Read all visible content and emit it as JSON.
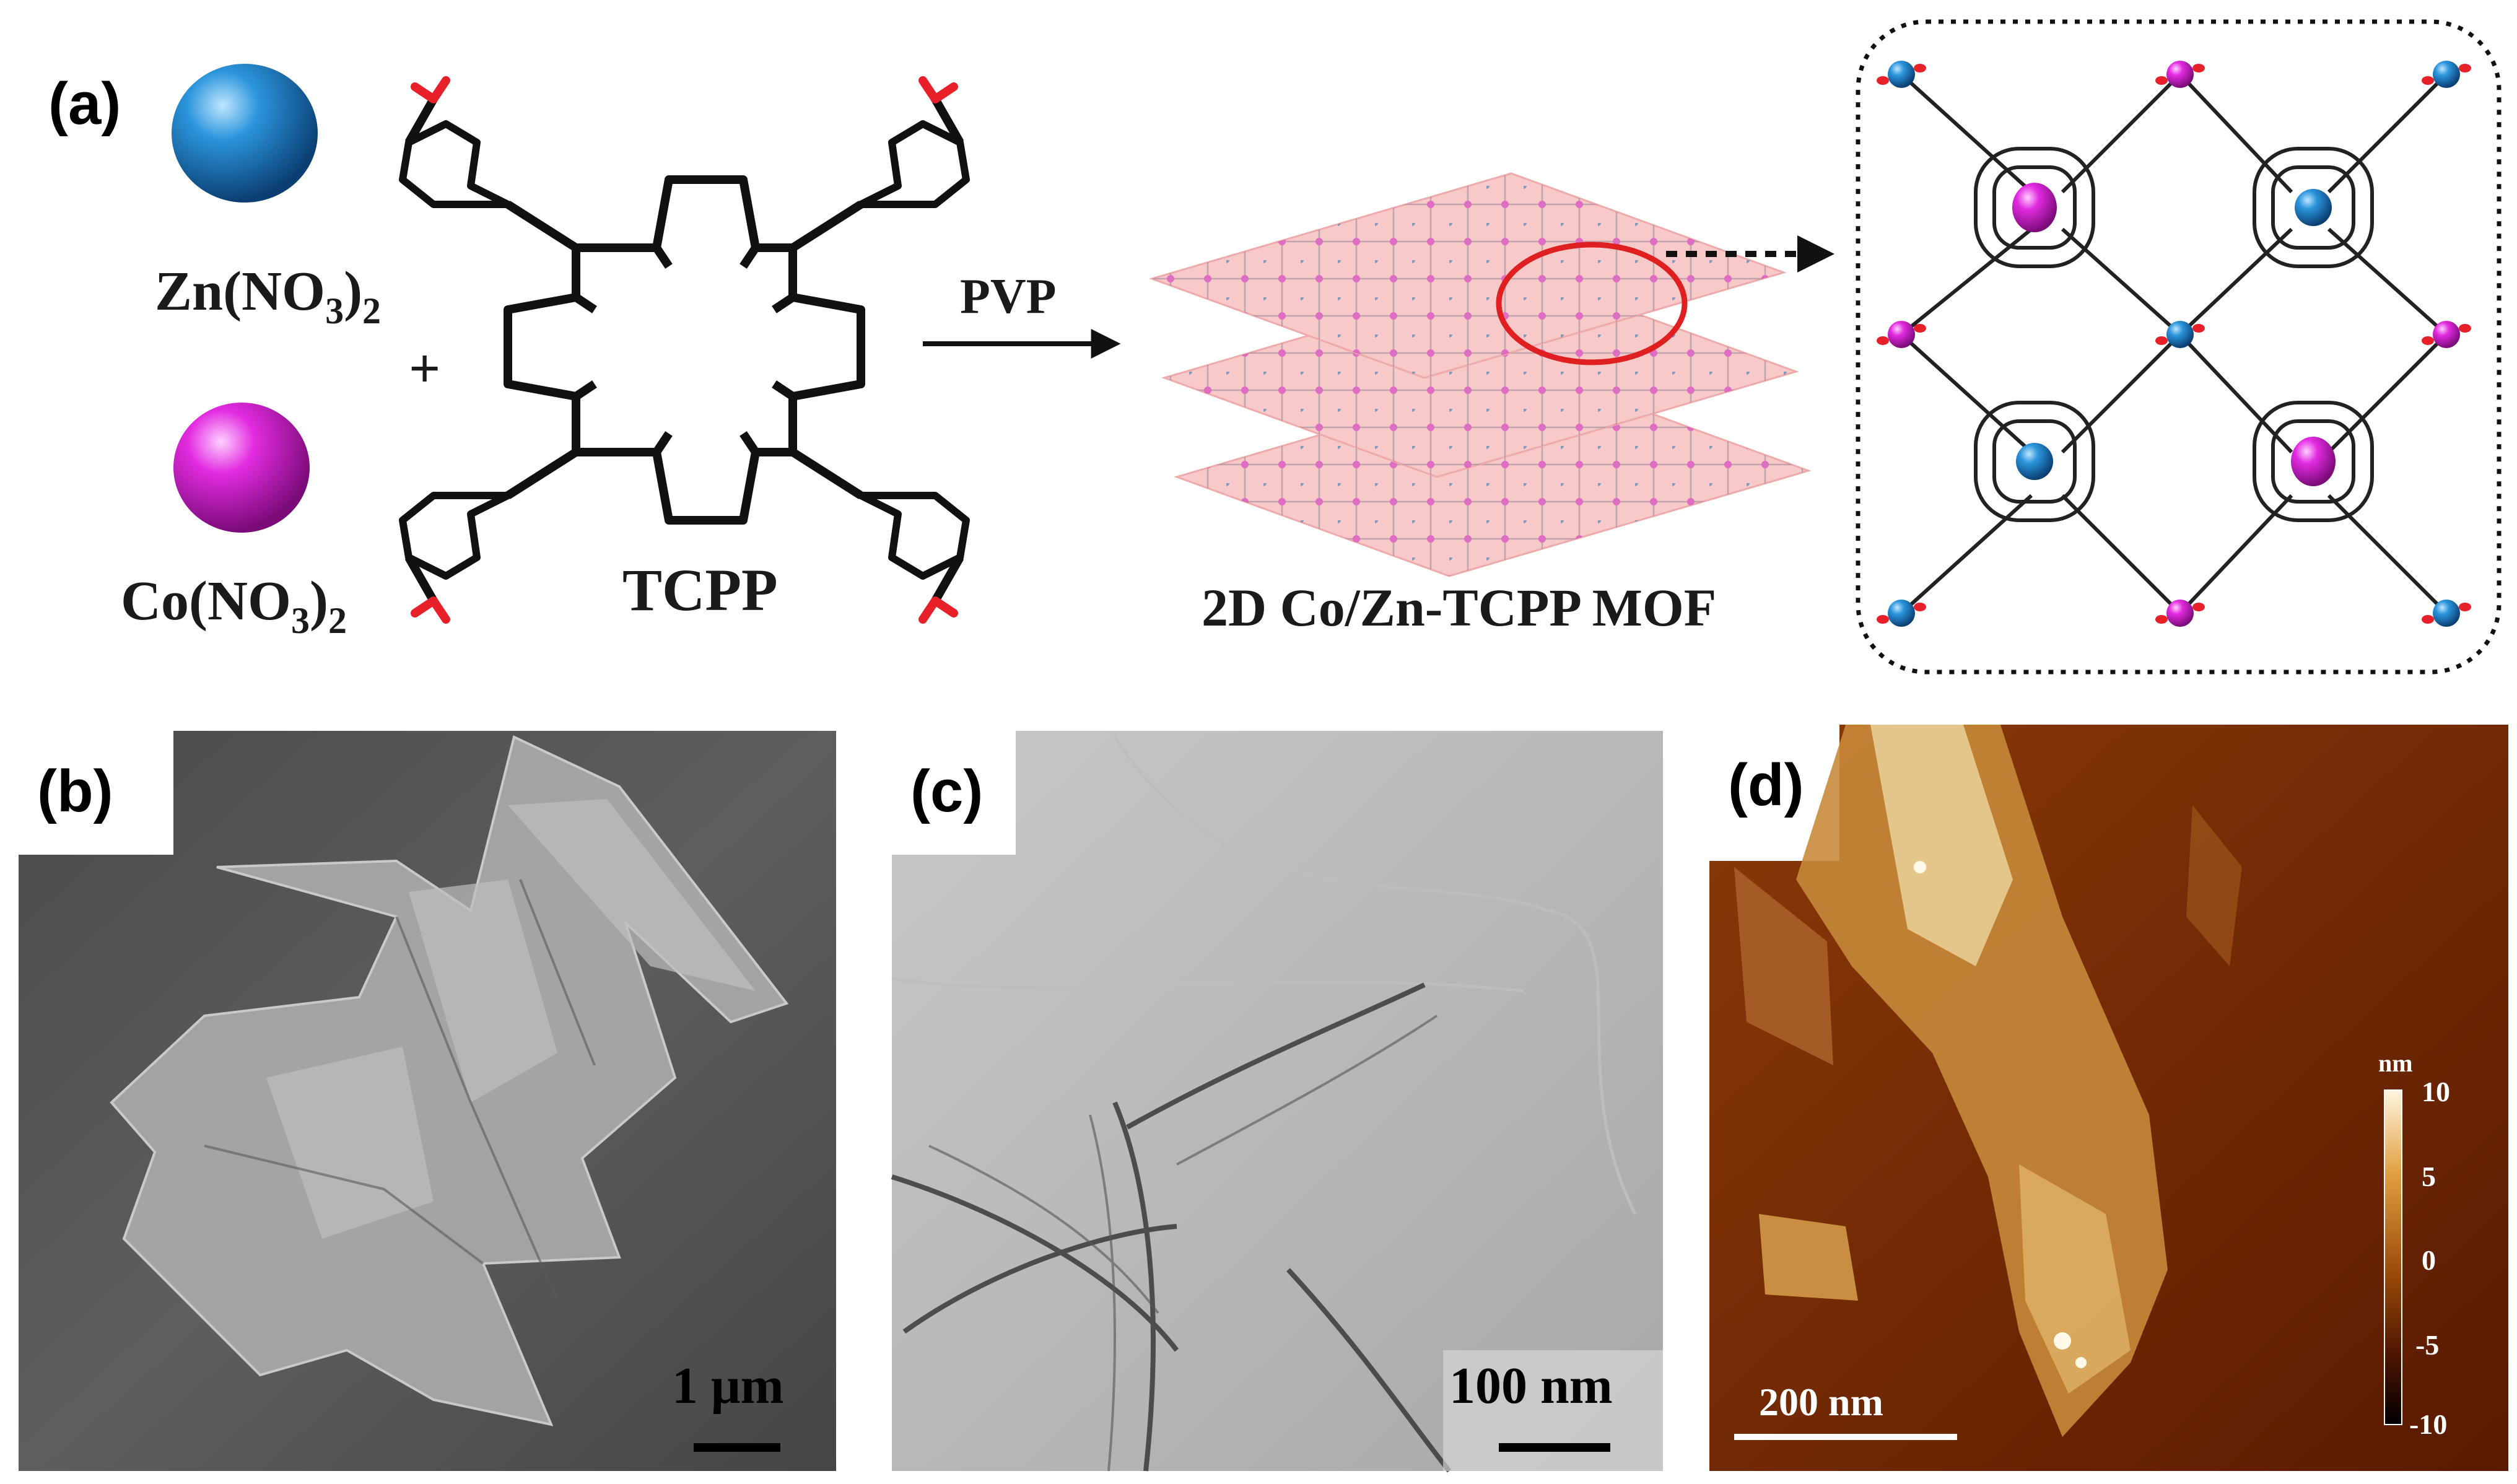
{
  "panel_labels": {
    "a": "(a)",
    "b": "(b)",
    "c": "(c)",
    "d": "(d)"
  },
  "schematic": {
    "zn_salt": {
      "prefix": "Zn(NO",
      "sub": "3",
      "close": ")",
      "sub2": "2"
    },
    "co_salt": {
      "prefix": "Co(NO",
      "sub": "3",
      "close": ")",
      "sub2": "2"
    },
    "plus": "+",
    "linker_name": "TCPP",
    "reagent": "PVP",
    "product_name": "2D Co/Zn-TCPP MOF"
  },
  "sem": {
    "scale_bar": "1 μm"
  },
  "tem": {
    "scale_bar": "100 nm"
  },
  "afm": {
    "scale_bar": "200 nm",
    "colorbar_unit": "nm",
    "colorbar_ticks": [
      "10",
      "5",
      "0",
      "-5",
      "-10"
    ]
  },
  "colors": {
    "zn_sphere": "#1e7fc0",
    "co_sphere": "#e020d8",
    "carboxyl_red": "#e8202a",
    "sheet_pink": "#f8c9c9",
    "highlight_circle": "#e02020",
    "sem_gray": "#5a5a5a",
    "tem_gray": "#b8b8b8",
    "afm_brown": "#7a2a00"
  }
}
